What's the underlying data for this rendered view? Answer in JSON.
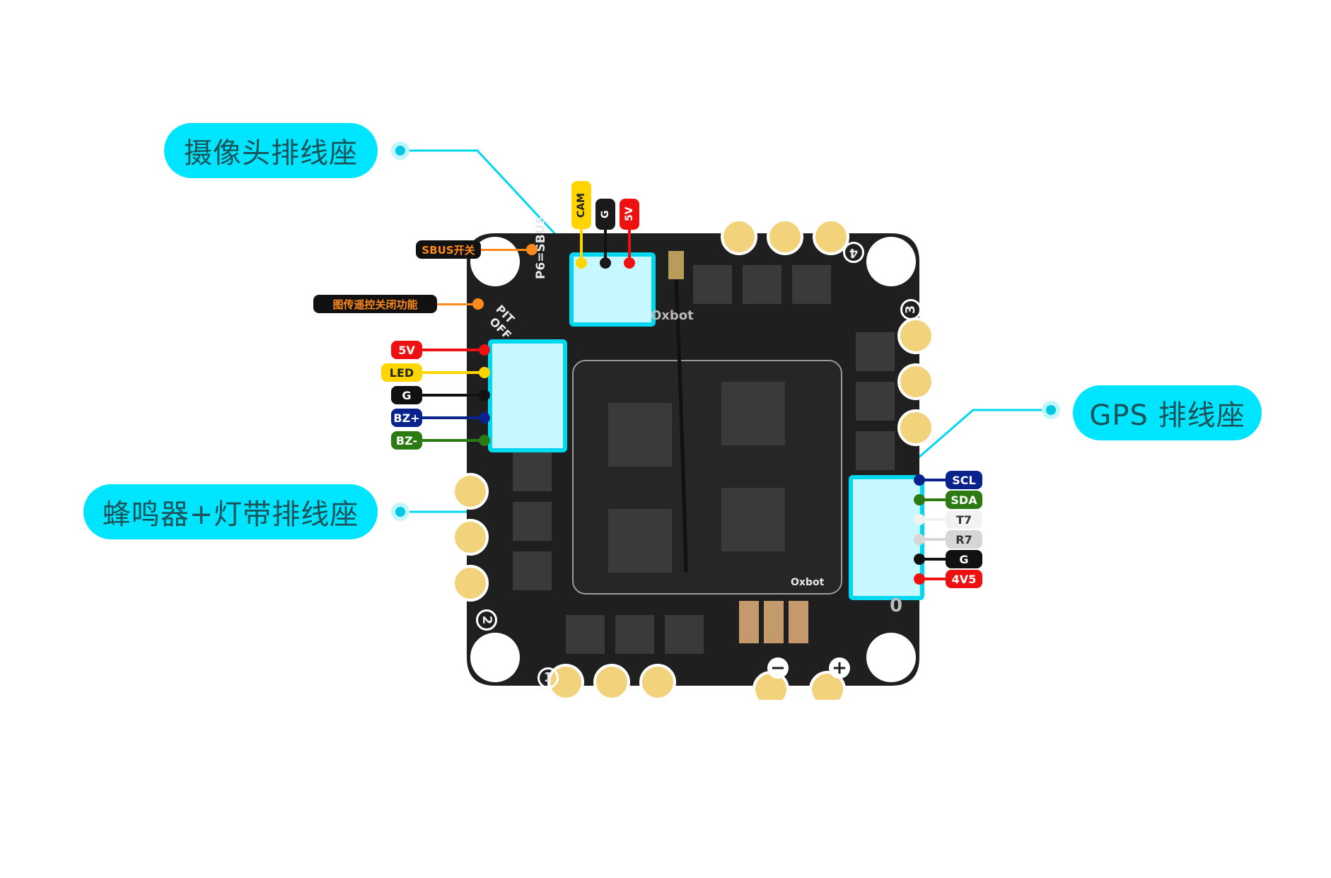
{
  "title": "Flight controller connector pinout diagram",
  "callouts": {
    "camera": "摄像头排线座",
    "gps": "GPS 排线座",
    "buzzer_led": "蜂鸣器+灯带排线座"
  },
  "switch_labels": {
    "sbus": "SBUS开关",
    "pit_off": "图传遥控关闭功能"
  },
  "camera_pins": [
    {
      "label": "CAM",
      "bg": "#ffd500",
      "fg": "#222222"
    },
    {
      "label": "G",
      "bg": "#1a1a1a",
      "fg": "#ffffff"
    },
    {
      "label": "5V",
      "bg": "#ee1111",
      "fg": "#ffffff"
    }
  ],
  "buzzer_pins": [
    {
      "label": "5V",
      "bg": "#ee1111",
      "fg": "#ffffff"
    },
    {
      "label": "LED",
      "bg": "#ffd500",
      "fg": "#222222"
    },
    {
      "label": "G",
      "bg": "#111111",
      "fg": "#ffffff"
    },
    {
      "label": "BZ+",
      "bg": "#0a238c",
      "fg": "#ffffff"
    },
    {
      "label": "BZ-",
      "bg": "#2b7a12",
      "fg": "#ffffff"
    }
  ],
  "gps_pins": [
    {
      "label": "SCL",
      "bg": "#0a238c",
      "fg": "#ffffff"
    },
    {
      "label": "SDA",
      "bg": "#2b7a12",
      "fg": "#ffffff"
    },
    {
      "label": "T7",
      "bg": "#f2f2f2",
      "fg": "#333333"
    },
    {
      "label": "R7",
      "bg": "#d6d6d6",
      "fg": "#333333"
    },
    {
      "label": "G",
      "bg": "#111111",
      "fg": "#ffffff"
    },
    {
      "label": "4V5",
      "bg": "#ee1111",
      "fg": "#ffffff"
    }
  ],
  "silkscreen": {
    "p6_sbus": "P6=SBUS",
    "pit": "PIT",
    "off": "OFF",
    "brand_top": "Oxbot",
    "brand_bottom": "Oxbot",
    "motor_1": "1",
    "motor_2": "2",
    "motor_3": "3",
    "motor_4": "4",
    "minus": "−",
    "plus": "+",
    "zero": "0"
  },
  "colors": {
    "accent": "#00e5ff",
    "board": "#1f1f1f",
    "pad": "#f2d27a",
    "sbus_line": "#ff8a1c"
  }
}
